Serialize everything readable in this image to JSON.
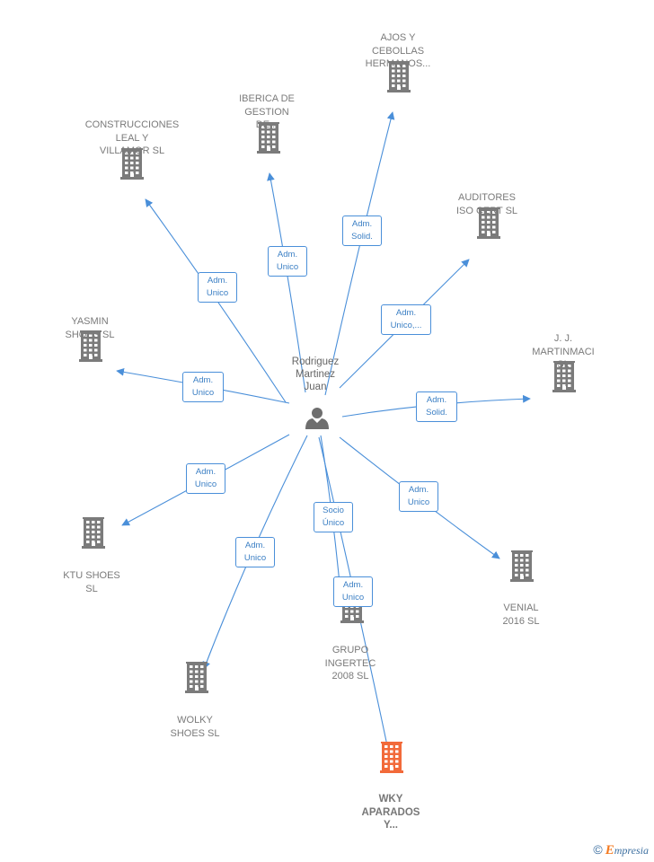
{
  "center": {
    "label": "Rodriguez\nMartinez\nJuan",
    "icon": "person-icon"
  },
  "companies": [
    {
      "id": "construcciones",
      "label": "CONSTRUCCIONES\nLEAL Y\nVILLAMOR  SL",
      "icon": "building-icon",
      "highlight": false
    },
    {
      "id": "iberica",
      "label": "IBERICA DE\nGESTION\nDE...",
      "icon": "building-icon",
      "highlight": false
    },
    {
      "id": "ajos",
      "label": "AJOS Y\nCEBOLLAS\nHERMANOS...",
      "icon": "building-icon",
      "highlight": false
    },
    {
      "id": "auditores",
      "label": "AUDITORES\nISO CERT  SL",
      "icon": "building-icon",
      "highlight": false
    },
    {
      "id": "yasmin",
      "label": "YASMIN\nSHOES  SL",
      "icon": "building-icon",
      "highlight": false
    },
    {
      "id": "jj",
      "label": "J. J.\nMARTINMACI\nSL",
      "icon": "building-icon",
      "highlight": false
    },
    {
      "id": "ktu",
      "label": "KTU SHOES\nSL",
      "icon": "building-icon",
      "highlight": false
    },
    {
      "id": "venial",
      "label": "VENIAL\n2016  SL",
      "icon": "building-icon",
      "highlight": false
    },
    {
      "id": "grupo",
      "label": "GRUPO\nINGERTEC\n2008 SL",
      "icon": "building-icon",
      "highlight": false
    },
    {
      "id": "wolky",
      "label": "WOLKY\nSHOES SL",
      "icon": "building-icon",
      "highlight": false
    },
    {
      "id": "wky",
      "label": "WKY\nAPARADOS\nY...",
      "icon": "building-icon",
      "highlight": true
    }
  ],
  "edges": [
    {
      "to": "construcciones",
      "label": "Adm.\nUnico"
    },
    {
      "to": "iberica",
      "label": "Adm.\nUnico"
    },
    {
      "to": "ajos",
      "label": "Adm.\nSolid."
    },
    {
      "to": "auditores",
      "label": "Adm.\nUnico,..."
    },
    {
      "to": "yasmin",
      "label": "Adm.\nUnico"
    },
    {
      "to": "jj",
      "label": "Adm.\nSolid."
    },
    {
      "to": "ktu",
      "label": "Adm.\nUnico"
    },
    {
      "to": "venial",
      "label": "Adm.\nUnico"
    },
    {
      "to": "grupo",
      "label": "Socio\nÚnico"
    },
    {
      "to": "wolky",
      "label": "Adm.\nUnico"
    },
    {
      "to": "wky",
      "label": "Adm.\nUnico"
    }
  ],
  "colors": {
    "edge": "#4a8fd9",
    "building": "#7b7b7b",
    "highlight": "#f26a3a",
    "person": "#6e6e6e"
  },
  "footer": {
    "copyright": "©",
    "brand_initial": "E",
    "brand_rest": "mpresia"
  }
}
